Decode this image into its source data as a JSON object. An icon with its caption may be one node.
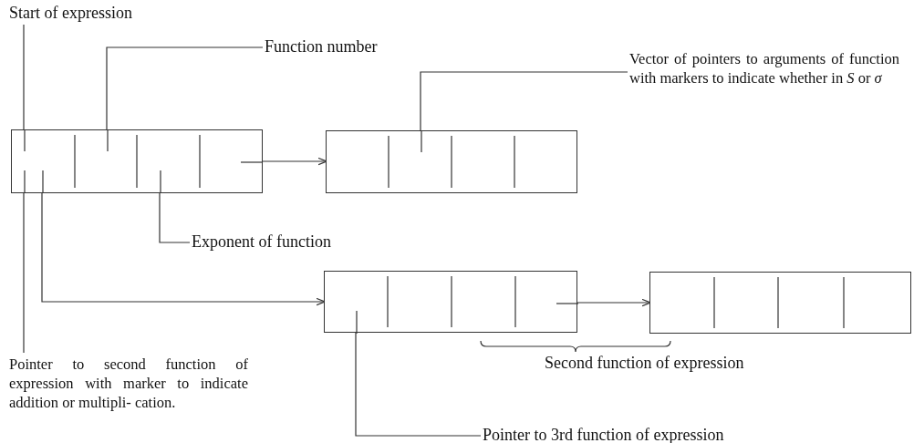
{
  "diagram": {
    "nodes": [
      {
        "text": [
          "Start of expression"
        ]
      },
      {
        "text": [
          "Function number"
        ]
      },
      {
        "text": [
          "Vector of pointers to arguments of function with markers to indicate whether in *S* or *σ*"
        ]
      },
      {
        "text": [],
        "shape": "box"
      },
      {
        "text": [],
        "shape": "box"
      },
      {
        "text": [
          "Exponent of function"
        ]
      },
      {
        "text": [],
        "shape": "box"
      },
      {
        "text": [],
        "shape": "box"
      },
      {
        "text": [
          "Pointer to second function of expression with marker to indicate addition or multipli- cation."
        ]
      },
      {
        "text": [
          "Pointer to 3rd function of expression"
        ]
      }
    ],
    "edges": [
      {
        "from": 0,
        "to": 3,
        "arrow": "none"
      },
      {
        "from": 1,
        "to": 3,
        "arrow": "none"
      },
      {
        "from": 2,
        "to": 4,
        "arrow": "none"
      },
      {
        "from": 5,
        "to": 3,
        "arrow": "none"
      },
      {
        "from": 3,
        "to": 4,
        "arrow": "to"
      },
      {
        "from": 3,
        "to": 6,
        "arrow": "to"
      },
      {
        "from": 8,
        "to": 3,
        "arrow": "none"
      },
      {
        "from": 9,
        "to": 6,
        "arrow": "none"
      },
      {
        "from": 6,
        "to": 7,
        "arrow": "to"
      }
    ],
    "labels": [
      "Second function of expression"
    ]
  }
}
